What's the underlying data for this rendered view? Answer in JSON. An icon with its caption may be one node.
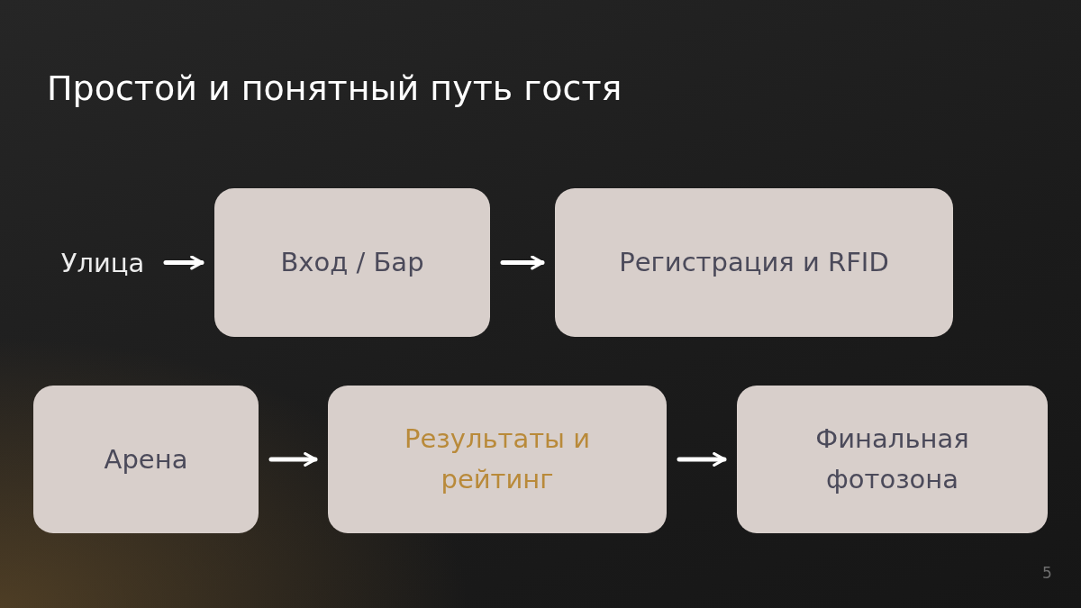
{
  "diagram": {
    "title": "Простой и понятный путь гостя",
    "nodes": [
      {
        "text": [
          "Улица"
        ]
      },
      {
        "text": [
          "Вход / Бар"
        ]
      },
      {
        "text": [
          "Регистрация и RFID"
        ]
      },
      {
        "text": [
          "Арена"
        ]
      },
      {
        "text": [
          "Результаты и рейтинг"
        ]
      },
      {
        "text": [
          "Финальная фотозона"
        ]
      }
    ],
    "edges": [
      {
        "from": 0,
        "to": 1,
        "arrow": "to"
      },
      {
        "from": 1,
        "to": 2,
        "arrow": "to"
      },
      {
        "from": 3,
        "to": 4,
        "arrow": "to"
      },
      {
        "from": 4,
        "to": 5,
        "arrow": "to"
      }
    ],
    "labels": [
      "5"
    ]
  }
}
